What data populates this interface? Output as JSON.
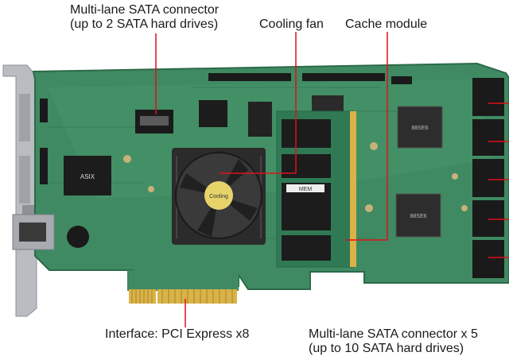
{
  "labels": {
    "sata_top": {
      "line1": "Multi-lane SATA connector",
      "line2": "(up to 2 SATA hard drives)"
    },
    "cooling_fan": "Cooling fan",
    "cache_module": "Cache module",
    "interface": "Interface: PCI Express x8",
    "sata_right": {
      "line1": "Multi-lane SATA connector x 5",
      "line2": "(up to 10 SATA hard drives)"
    }
  },
  "colors": {
    "pcb": "#3f8a62",
    "pcb_dark": "#2c6a49",
    "bracket": "#b9bcc0",
    "gold": "#d9b347",
    "heatsink": "#2b2b2b",
    "chip": "#1c1c1c",
    "connector": "#1a1a1a",
    "leader": "#e0101a"
  },
  "chips": {
    "bridge_chip": "ASIX",
    "fan_sticker": "Cooling",
    "memory_label": "MEM",
    "processor_1": "88SE6",
    "processor_2": "88SE6"
  }
}
